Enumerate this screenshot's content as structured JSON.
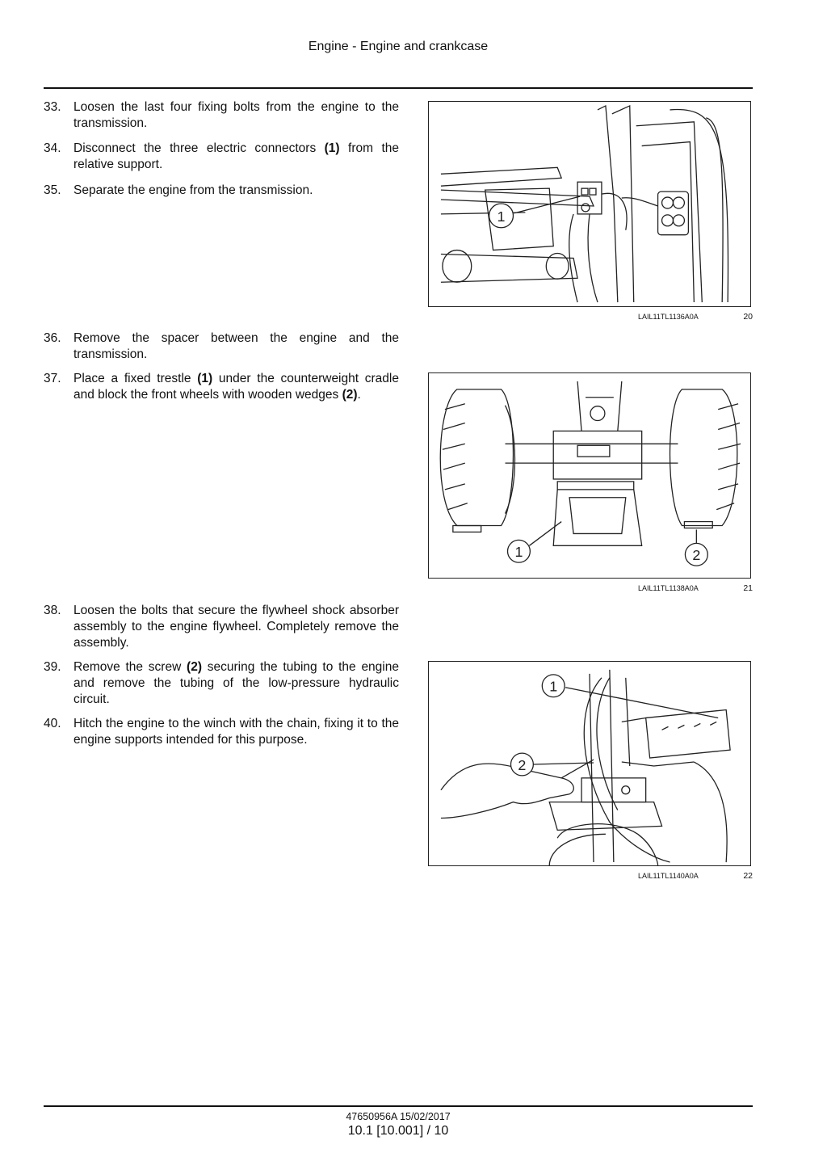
{
  "header": {
    "title": "Engine - Engine and crankcase"
  },
  "steps": [
    {
      "num": "33.",
      "text": "Loosen the last four fixing bolts from the engine to the transmission."
    },
    {
      "num": "34.",
      "pre": "Disconnect the three electric connectors ",
      "bold": "(1)",
      "post": " from the relative support."
    },
    {
      "num": "35.",
      "text": "Separate the engine from the transmission."
    },
    {
      "num": "36.",
      "text": "Remove the spacer between the engine and the transmission."
    },
    {
      "num": "37.",
      "pre": "Place a fixed trestle ",
      "bold": "(1)",
      "mid": " under the counterweight cradle and block the front wheels with wooden wedges ",
      "bold2": "(2)",
      "post": "."
    },
    {
      "num": "38.",
      "text": "Loosen the bolts that secure the flywheel shock absorber assembly to the engine flywheel. Completely remove the assembly."
    },
    {
      "num": "39.",
      "pre": "Remove the screw ",
      "bold": "(2)",
      "post": " securing the tubing to the engine and remove the tubing of the low-pressure hydraulic circuit."
    },
    {
      "num": "40.",
      "text": "Hitch the engine to the winch with the chain, fixing it to the engine supports intended for this purpose."
    }
  ],
  "figures": [
    {
      "code": "LAIL11TL1136A0A",
      "number": "20",
      "callouts": [
        "1"
      ]
    },
    {
      "code": "LAIL11TL1138A0A",
      "number": "21",
      "callouts": [
        "1",
        "2"
      ]
    },
    {
      "code": "LAIL11TL1140A0A",
      "number": "22",
      "callouts": [
        "1",
        "2"
      ]
    }
  ],
  "footer": {
    "doc_code": "47650956A 15/02/2017",
    "page": "10.1 [10.001] / 10"
  }
}
